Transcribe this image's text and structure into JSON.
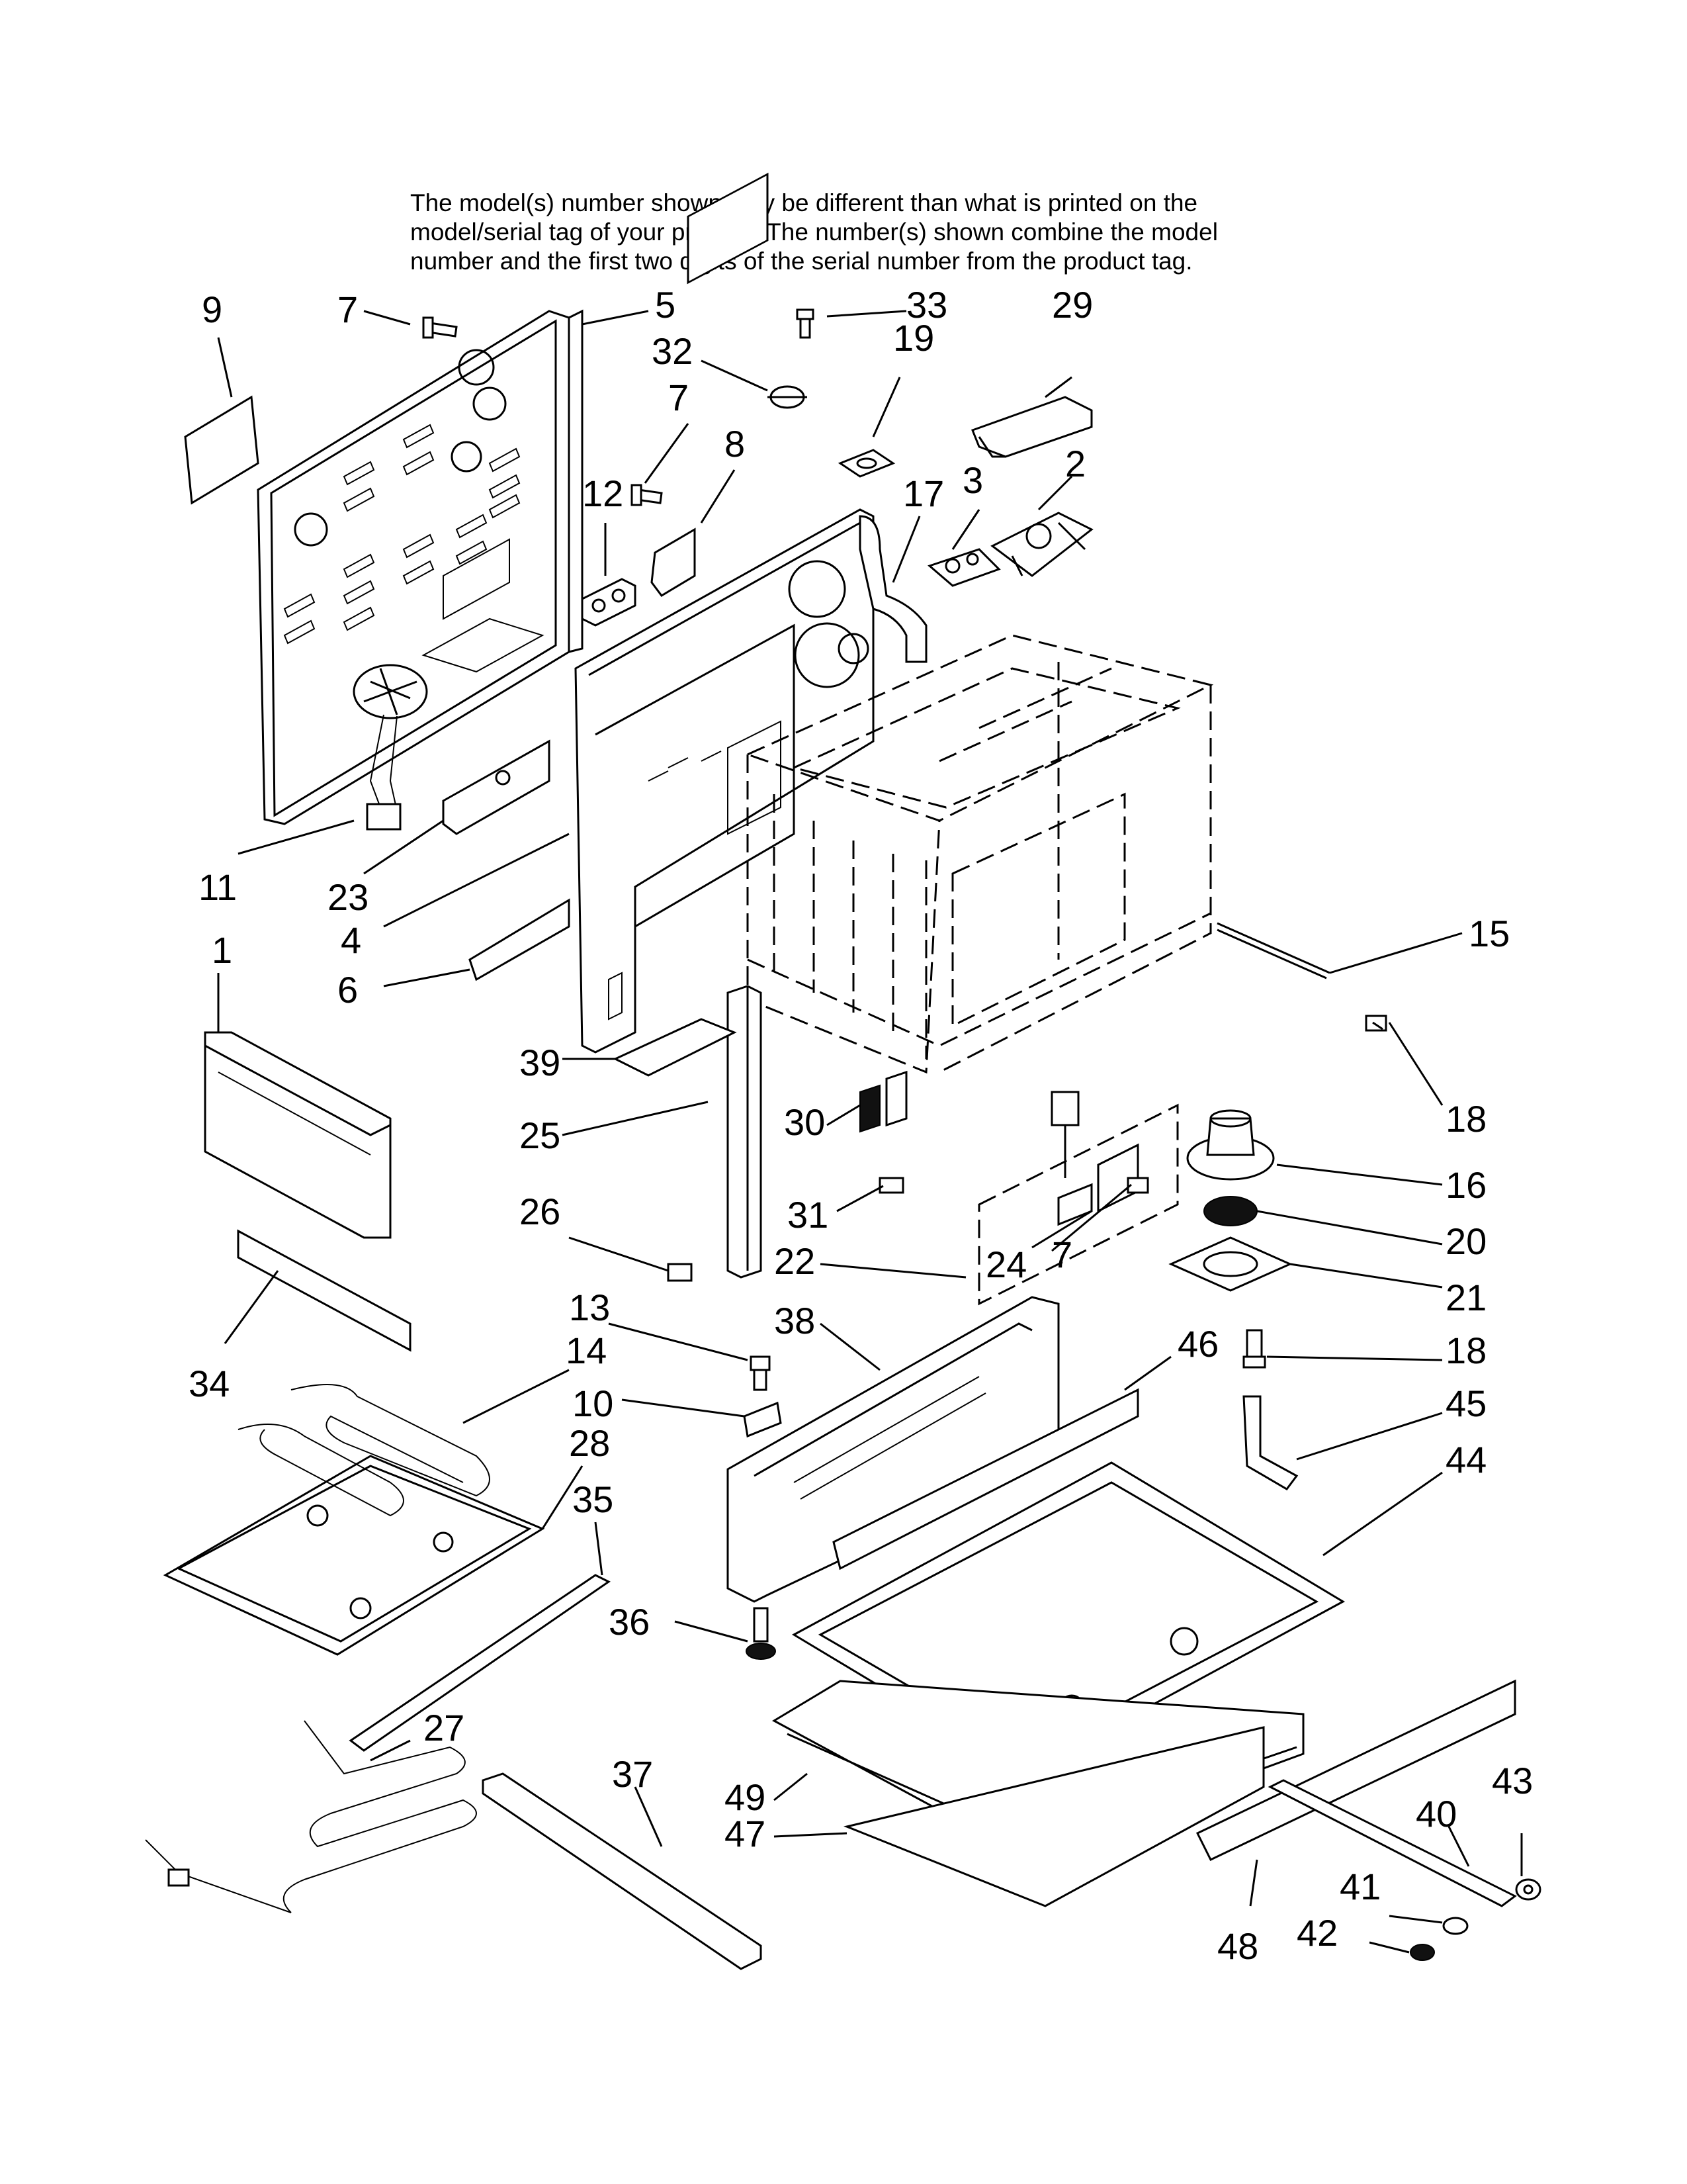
{
  "note": {
    "line1": "The model(s) number shown may be different than what is printed on the",
    "line2": "model/serial tag of your product. The number(s) shown combine the model",
    "line3": "number and the first two digits of the serial number from the product tag."
  },
  "callouts": {
    "c9": "9",
    "c7a": "7",
    "c5": "5",
    "c33": "33",
    "c19": "19",
    "c29": "29",
    "c32": "32",
    "c7b": "7",
    "c8": "8",
    "c12": "12",
    "c17": "17",
    "c3": "3",
    "c2": "2",
    "c11": "11",
    "c23": "23",
    "c4": "4",
    "c15": "15",
    "c6": "6",
    "c1": "1",
    "c18a": "18",
    "c39": "39",
    "c25": "25",
    "c30": "30",
    "c16": "16",
    "c26": "26",
    "c31": "31",
    "c20": "20",
    "c22": "22",
    "c24": "24",
    "c7c": "7",
    "c21": "21",
    "c34": "34",
    "c13": "13",
    "c38": "38",
    "c46": "46",
    "c18b": "18",
    "c14": "14",
    "c10": "10",
    "c45": "45",
    "c28": "28",
    "c35": "35",
    "c44": "44",
    "c36": "36",
    "c27": "27",
    "c37": "37",
    "c49": "49",
    "c47": "47",
    "c40": "40",
    "c43": "43",
    "c41": "41",
    "c42": "42",
    "c48": "48"
  }
}
